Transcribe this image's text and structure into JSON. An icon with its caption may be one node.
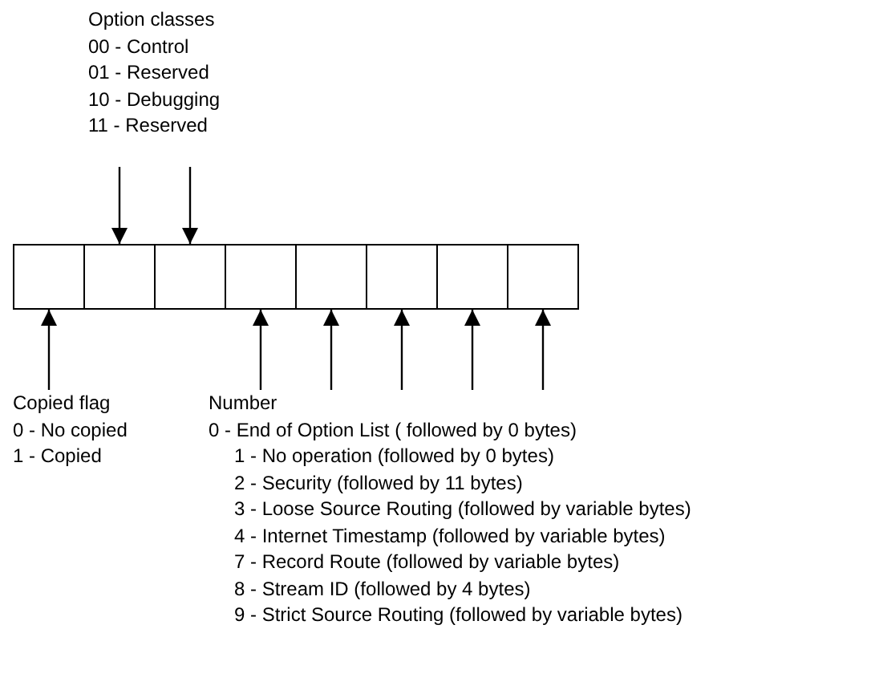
{
  "diagram": {
    "nodes": [
      {
        "text": [
          "Option classes",
          "00 - Control",
          "01 - Reserved",
          "10 - Debugging",
          "11 - Reserved"
        ]
      },
      {
        "text": [],
        "shape": "box"
      },
      {
        "text": [],
        "shape": "box"
      },
      {
        "text": [],
        "shape": "box"
      },
      {
        "text": [],
        "shape": "box"
      },
      {
        "text": [],
        "shape": "box"
      },
      {
        "text": [],
        "shape": "box"
      },
      {
        "text": [],
        "shape": "box"
      },
      {
        "text": [],
        "shape": "box"
      },
      {
        "text": [
          "Copied flag",
          "0 - No copied",
          "1 - Copied"
        ]
      },
      {
        "text": [
          "Number",
          "0 - End of Option List ( followed by 0 bytes)",
          "1 - No operation (followed by 0 bytes)",
          "2 - Security (followed by 11 bytes)",
          "3 - Loose Source Routing (followed by variable bytes)",
          "4 - Internet Timestamp (followed by variable bytes)",
          "7 - Record Route (followed by variable bytes)",
          "8 - Stream ID (followed by 4 bytes)",
          "9 - Strict Source Routing (followed by variable bytes)"
        ]
      }
    ],
    "edges": [
      {
        "from": 0,
        "to": 2,
        "arrow": "to"
      },
      {
        "from": 0,
        "to": 3,
        "arrow": "to"
      },
      {
        "from": 9,
        "to": 1,
        "arrow": "to"
      },
      {
        "from": 10,
        "to": 4,
        "arrow": "to"
      },
      {
        "from": 10,
        "to": 5,
        "arrow": "to"
      },
      {
        "from": 10,
        "to": 6,
        "arrow": "to"
      },
      {
        "from": 10,
        "to": 7,
        "arrow": "to"
      },
      {
        "from": 10,
        "to": 8,
        "arrow": "to"
      }
    ]
  }
}
